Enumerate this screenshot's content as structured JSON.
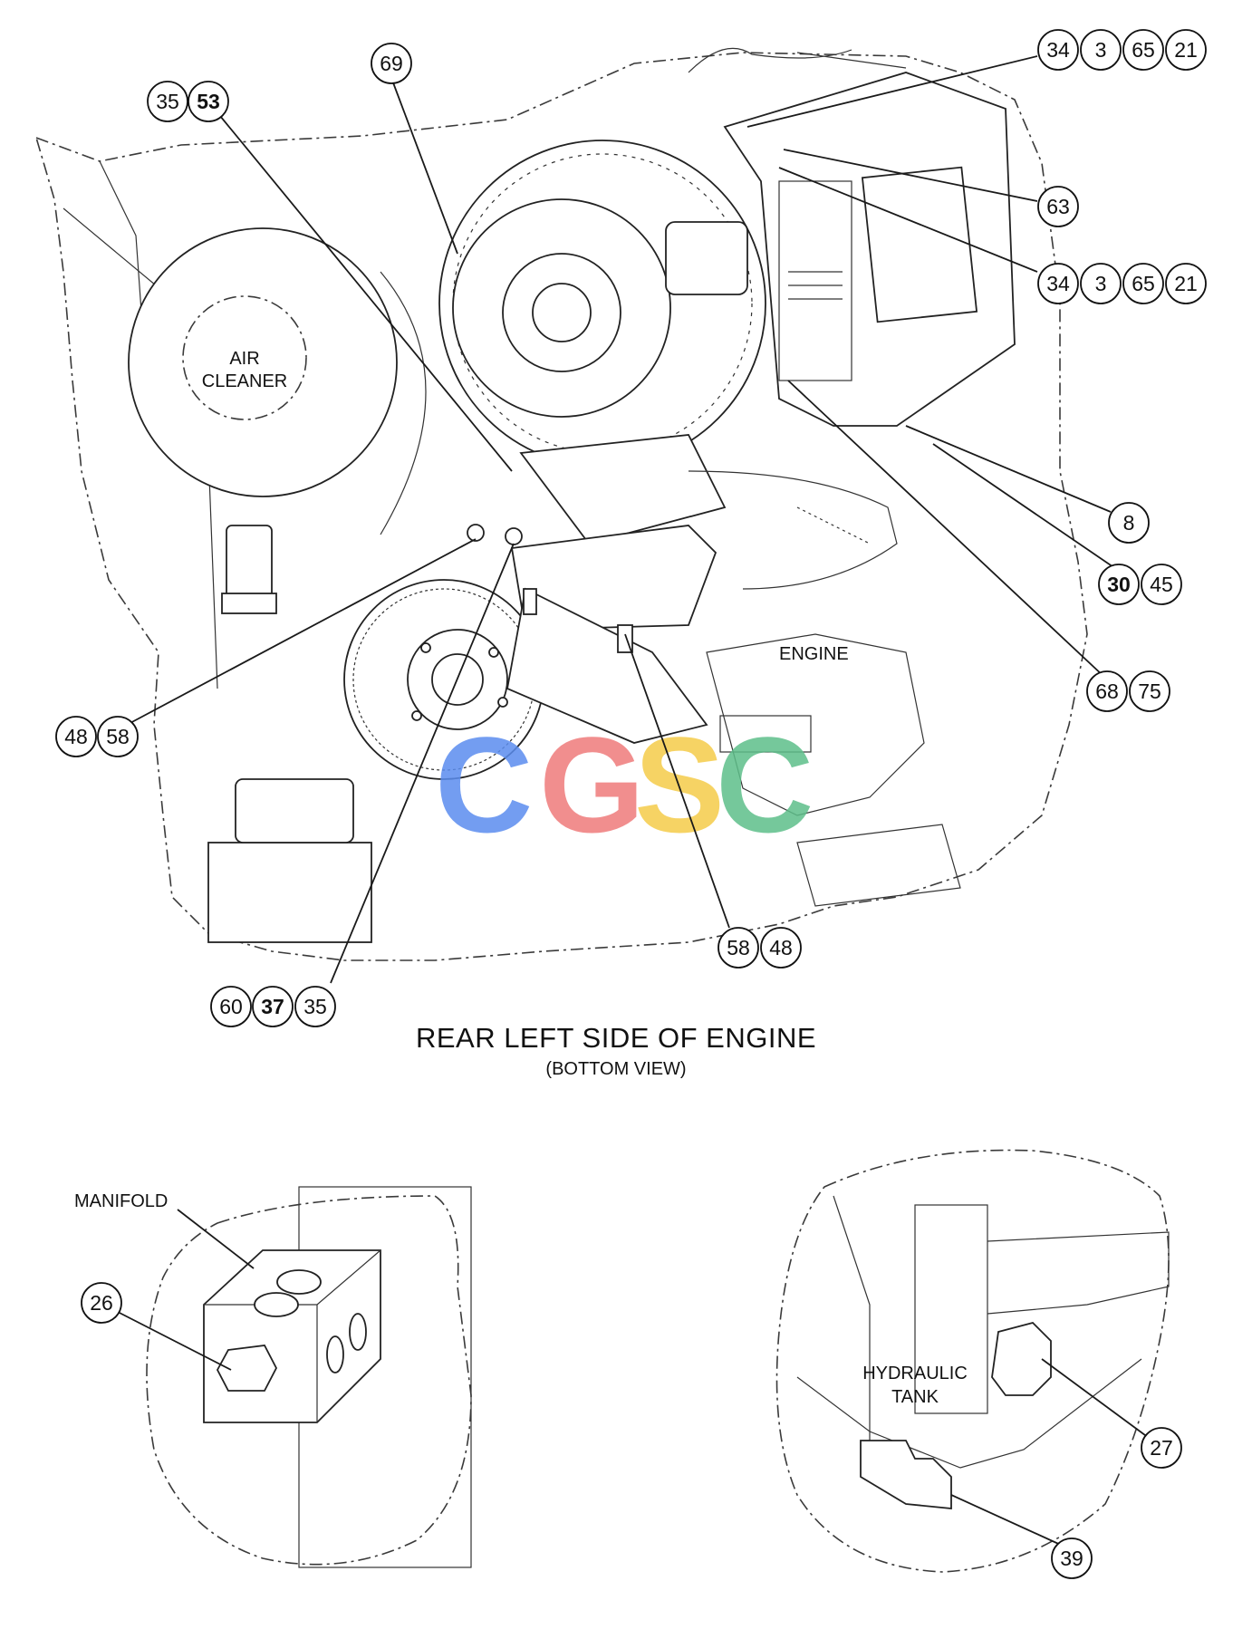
{
  "main_view": {
    "title": "REAR LEFT SIDE OF ENGINE",
    "subtitle": "(BOTTOM VIEW)",
    "labels": {
      "air_cleaner_line1": "AIR",
      "air_cleaner_line2": "CLEANER",
      "engine": "ENGINE"
    }
  },
  "manifold_view": {
    "label": "MANIFOLD"
  },
  "tank_view": {
    "label_line1": "HYDRAULIC",
    "label_line2": "TANK"
  },
  "watermark": {
    "letters": [
      "C",
      "G",
      "S",
      "C"
    ],
    "colors": [
      "#5b8def",
      "#ef7b7b",
      "#f5cc4a",
      "#5ebf8a"
    ]
  },
  "callouts": {
    "c_69": "69",
    "c_35a": "35",
    "c_53": "53",
    "c_34a": "34",
    "c_3a": "3",
    "c_65a": "65",
    "c_21a": "21",
    "c_63": "63",
    "c_34b": "34",
    "c_3b": "3",
    "c_65b": "65",
    "c_21b": "21",
    "c_8": "8",
    "c_30": "30",
    "c_45": "45",
    "c_68": "68",
    "c_75": "75",
    "c_48a": "48",
    "c_58a": "58",
    "c_60": "60",
    "c_37": "37",
    "c_35b": "35",
    "c_58b": "58",
    "c_48b": "48",
    "c_26": "26",
    "c_27": "27",
    "c_39": "39"
  }
}
